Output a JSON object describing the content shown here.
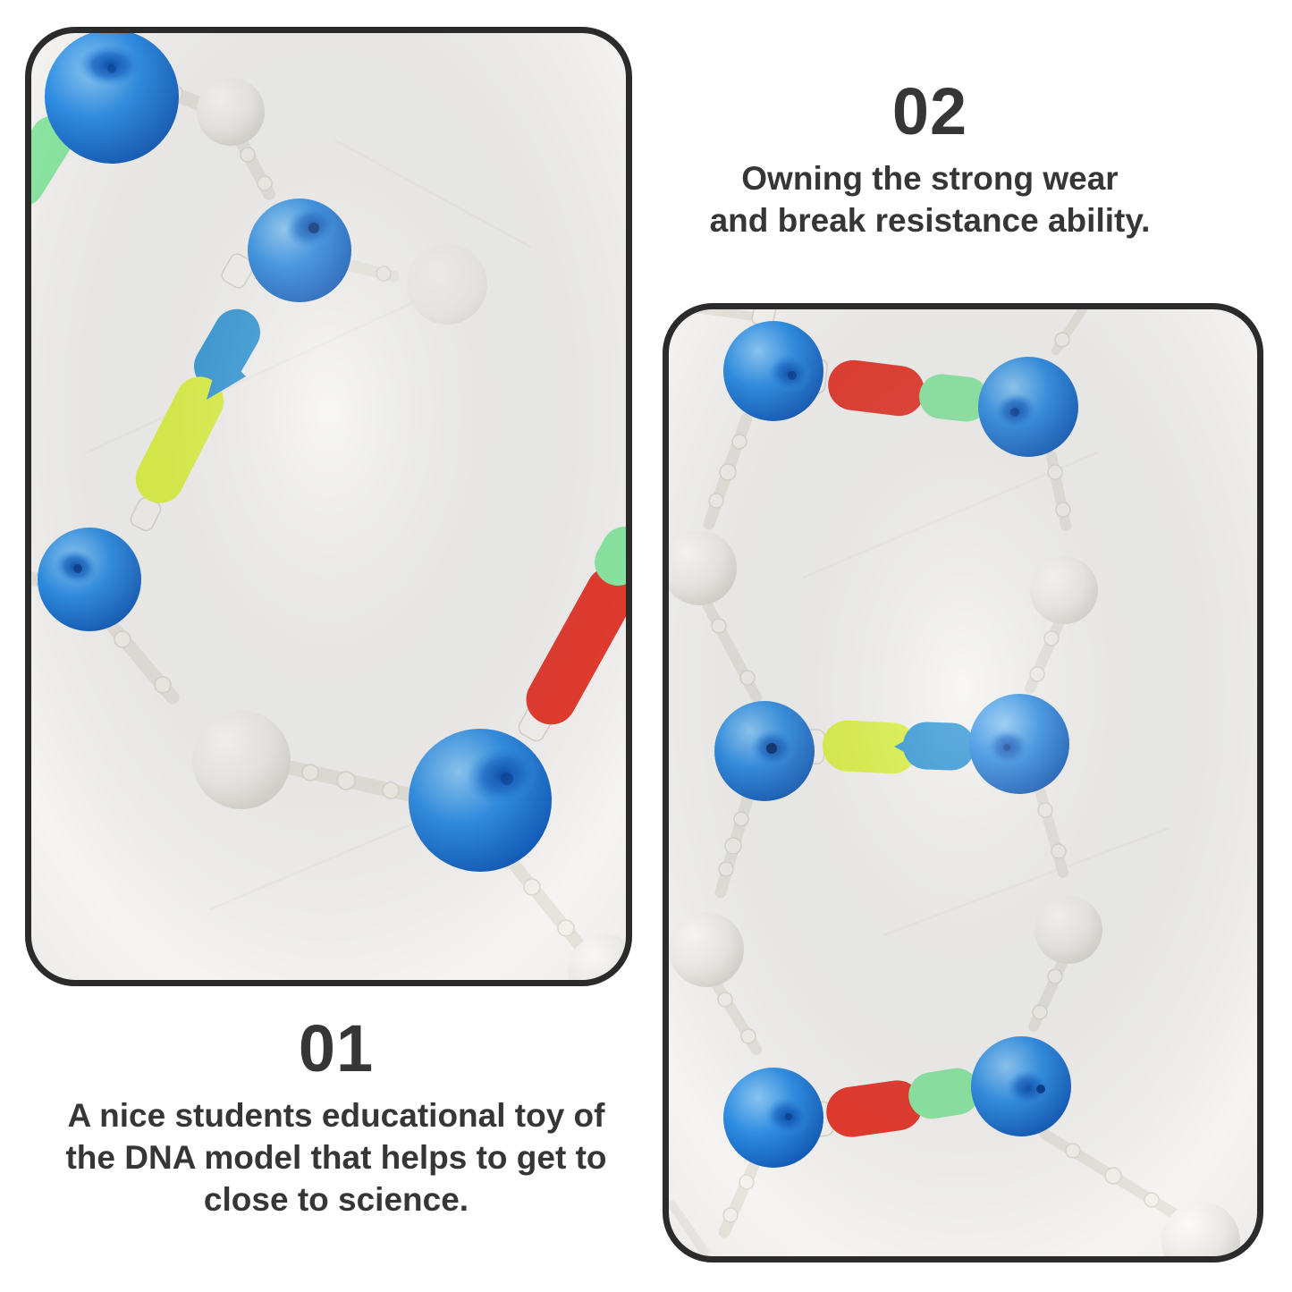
{
  "palette": {
    "page_bg": "#ffffff",
    "panel_border": "#2b2b2b",
    "photo_bg": "#f5f4f2",
    "text": "#363636",
    "atom_blue": "#2f8fe6",
    "atom_blue_deep": "#1058b8",
    "atom_white": "#efede9",
    "bond_red": "#e63a2e",
    "bond_green": "#8ce9a4",
    "bond_yellow": "#ddf440",
    "bond_blue": "#2e96d8",
    "connector_white": "#f7f5f1"
  },
  "panels": {
    "left": {
      "alt": "Close-up photo of DNA model parts: blue atoms, white atoms, white bond rods and red, green, yellow and blue bond sleeves"
    },
    "right": {
      "alt": "Photo of a DNA ladder section: pairs of blue atoms joined by red-green and yellow-blue base-pair rods on a white backbone"
    }
  },
  "callouts": {
    "step1": {
      "number": "01",
      "lines": [
        "A nice students educational toy of",
        "the DNA model that helps to get to",
        "close to science."
      ]
    },
    "step2": {
      "number": "02",
      "lines": [
        "Owning the strong wear",
        "and break resistance ability."
      ]
    }
  }
}
